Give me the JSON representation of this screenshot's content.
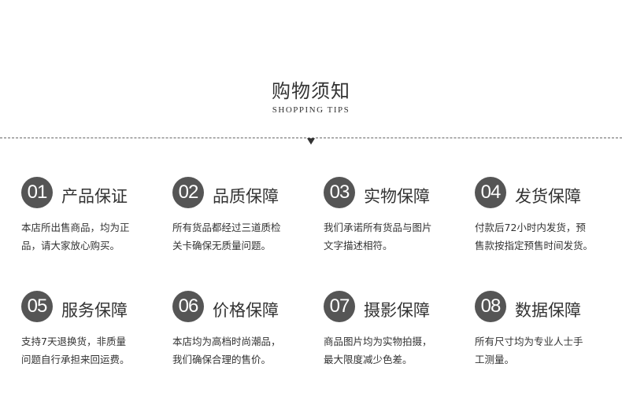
{
  "header": {
    "title": "购物须知",
    "subtitle": "SHOPPING TIPS"
  },
  "items": [
    {
      "num": "01",
      "title": "产品保证",
      "lines": [
        "本店所出售商品，均为正",
        "品，请大家放心购买。"
      ]
    },
    {
      "num": "02",
      "title": "品质保障",
      "lines": [
        "所有货品都经过三道质检",
        "关卡确保无质量问题。"
      ]
    },
    {
      "num": "03",
      "title": "实物保障",
      "lines": [
        "我们承诺所有货品与图片",
        "文字描述相符。"
      ]
    },
    {
      "num": "04",
      "title": "发货保障",
      "lines": [
        "付款后72小时内发货，预",
        "售款按指定预售时间发货。"
      ]
    },
    {
      "num": "05",
      "title": "服务保障",
      "lines": [
        "支持7天退换货，非质量",
        "问题自行承担来回运费。"
      ]
    },
    {
      "num": "06",
      "title": "价格保障",
      "lines": [
        "本店均为高档时尚潮品，",
        "我们确保合理的售价。"
      ]
    },
    {
      "num": "07",
      "title": "摄影保障",
      "lines": [
        "商品图片均为实物拍摄，",
        "最大限度减少色差。"
      ]
    },
    {
      "num": "08",
      "title": "数据保障",
      "lines": [
        "所有尺寸均为专业人士手",
        "工测量。"
      ]
    }
  ]
}
